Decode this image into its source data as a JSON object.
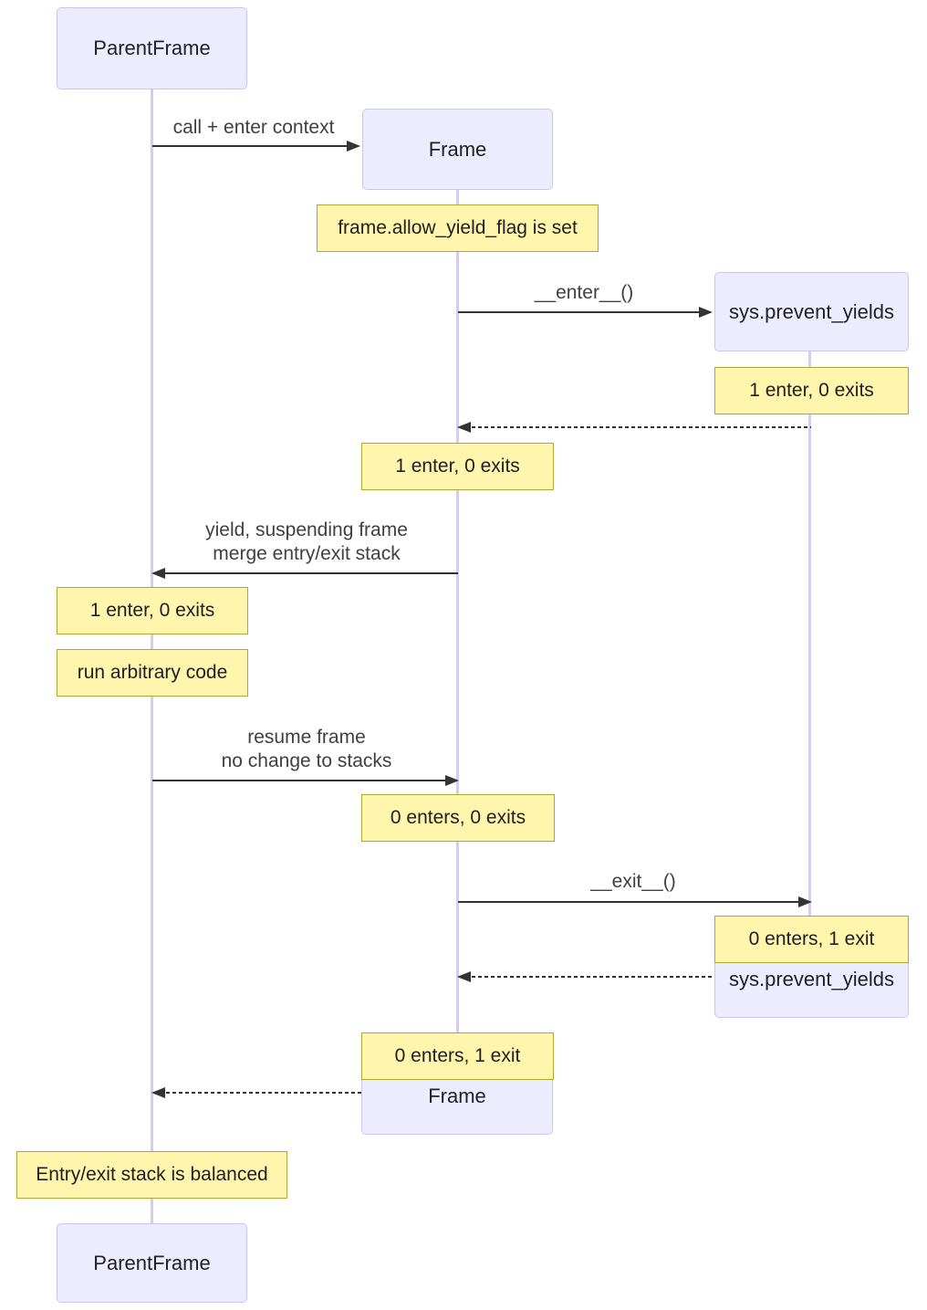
{
  "diagram_type": "sequence-diagram",
  "actors": {
    "parent_top": {
      "label": "ParentFrame"
    },
    "frame_top": {
      "label": "Frame"
    },
    "sys_top": {
      "label": "sys.prevent_yields"
    },
    "sys_end": {
      "label": "sys.prevent_yields"
    },
    "frame_end": {
      "label": "Frame"
    },
    "parent_bottom": {
      "label": "ParentFrame"
    }
  },
  "messages": {
    "call_enter_context": {
      "label": "call + enter context",
      "from": "ParentFrame",
      "to": "Frame",
      "style": "solid"
    },
    "enter": {
      "label": "__enter__()",
      "from": "Frame",
      "to": "sys.prevent_yields",
      "style": "solid"
    },
    "return_enter": {
      "label": "",
      "from": "sys.prevent_yields",
      "to": "Frame",
      "style": "dashed"
    },
    "yield": {
      "line1": "yield, suspending frame",
      "line2": "merge entry/exit stack",
      "from": "Frame",
      "to": "ParentFrame",
      "style": "solid"
    },
    "resume": {
      "line1": "resume frame",
      "line2": "no change to stacks",
      "from": "ParentFrame",
      "to": "Frame",
      "style": "solid"
    },
    "exit": {
      "label": "__exit__()",
      "from": "Frame",
      "to": "sys.prevent_yields",
      "style": "solid"
    },
    "return_exit": {
      "label": "",
      "from": "sys.prevent_yields",
      "to": "Frame",
      "style": "dashed"
    },
    "return_frame": {
      "label": "",
      "from": "Frame",
      "to": "ParentFrame",
      "style": "dashed"
    }
  },
  "notes": {
    "allow_yield_flag": "frame.allow_yield_flag is set",
    "sys_enter_count": "1 enter, 0 exits",
    "frame_enter_count": "1 enter, 0 exits",
    "parent_enter_count": "1 enter, 0 exits",
    "run_arbitrary_code": "run arbitrary code",
    "frame_resume_count": "0 enters, 0 exits",
    "sys_exit_count": "0 enters, 1 exit",
    "frame_exit_count": "0 enters, 1 exit",
    "balanced": "Entry/exit stack is balanced"
  },
  "colors": {
    "actor_fill": "#ECECFF",
    "actor_border": "#C9C4F1",
    "note_fill": "#FFF5AD",
    "note_border": "#AAAA33",
    "lifeline": "#D5CDF0",
    "arrow": "#333333",
    "message_text": "#404040",
    "box_text": "#222222"
  }
}
